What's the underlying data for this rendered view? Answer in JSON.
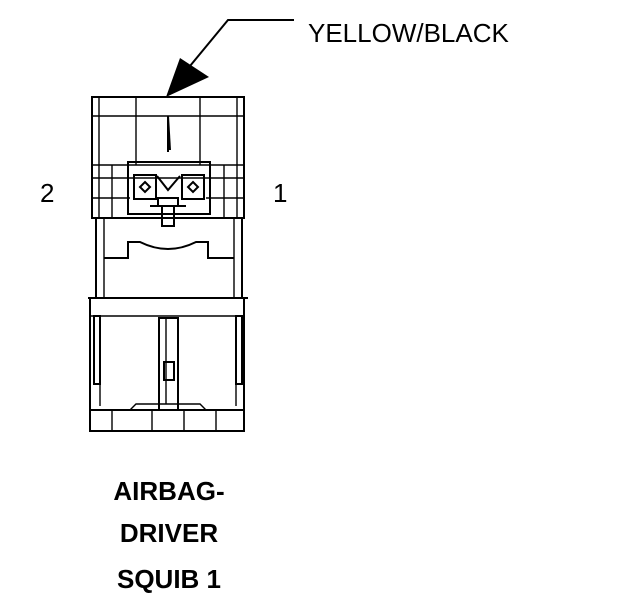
{
  "callout": {
    "wire_color": "YELLOW/BLACK"
  },
  "pins": {
    "left": "2",
    "right": "1"
  },
  "connector_name": [
    "AIRBAG-",
    "DRIVER",
    "SQUIB 1"
  ]
}
